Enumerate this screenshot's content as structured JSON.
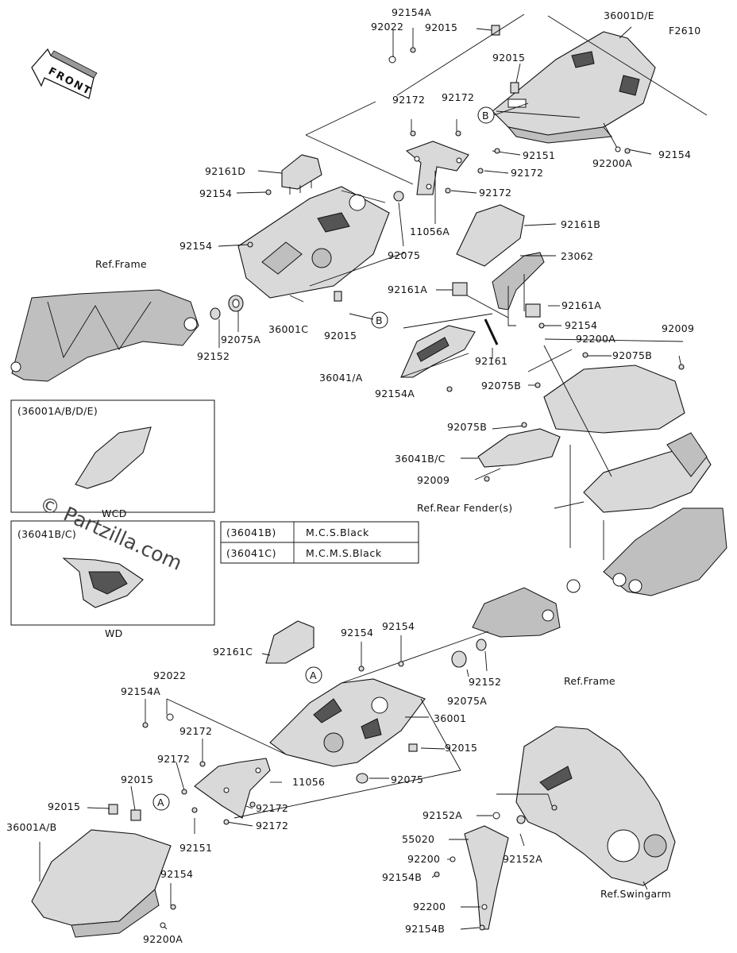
{
  "figure_code": "F2610",
  "front_arrow": "FRONT",
  "watermark": "© Partzilla.com",
  "callouts": {
    "A": "A",
    "B": "B"
  },
  "variants": {
    "top_box": {
      "title": "(36001A/B/D/E)",
      "caption": "WCD"
    },
    "bottom_box": {
      "title": "(36041B/C)",
      "caption": "WD"
    }
  },
  "color_table": [
    {
      "part": "(36041B)",
      "color": "M.C.S.Black"
    },
    {
      "part": "(36041C)",
      "color": "M.C.M.S.Black"
    }
  ],
  "labels": {
    "p92154A_top": "92154A",
    "p92022_top": "92022",
    "p92015_top": "92015",
    "p36001DE": "36001D/E",
    "p92015_b": "92015",
    "p92172_a": "92172",
    "p92172_b": "92172",
    "p92151_top": "92151",
    "p92172_c": "92172",
    "p92172_d": "92172",
    "p11056A": "11056A",
    "p92154_r": "92154",
    "p92200A_r": "92200A",
    "p92161D": "92161D",
    "p92154_l1": "92154",
    "p92154_l2": "92154",
    "p92075_top": "92075",
    "p92161B": "92161B",
    "p23062": "23062",
    "refFrame_top": "Ref.Frame",
    "p92075A_top": "92075A",
    "p36001C": "36001C",
    "p92015_c": "92015",
    "p92152_top": "92152",
    "p92161A_l": "92161A",
    "p92161A_r": "92161A",
    "p92154_m": "92154",
    "p92200A_m": "92200A",
    "p92009_r": "92009",
    "p92075B_r": "92075B",
    "p92161": "92161",
    "p36041A": "36041/A",
    "p92154A_m": "92154A",
    "p92075B_m": "92075B",
    "p92075B_l": "92075B",
    "p36041BC": "36041B/C",
    "p92009_l": "92009",
    "refRearFender": "Ref.Rear Fender(s)",
    "p92161C": "92161C",
    "p92154_c1": "92154",
    "p92154_c2": "92154",
    "p92022_bot": "92022",
    "p92154A_bot": "92154A",
    "p92152_bot": "92152",
    "refFrame_bot": "Ref.Frame",
    "p92075A_bot": "92075A",
    "p36001": "36001",
    "p92172_e": "92172",
    "p92172_f": "92172",
    "p92015_d": "92015",
    "p92015_e": "92015",
    "p11056": "11056",
    "p92075_bot": "92075",
    "p36001AB": "36001A/B",
    "p92172_g": "92172",
    "p92151_bot": "92151",
    "p92172_h": "92172",
    "p92154_bl": "92154",
    "p92200A_bl": "92200A",
    "p92152A_1": "92152A",
    "p55020": "55020",
    "p92152A_2": "92152A",
    "p92200_1": "92200",
    "p92154B_1": "92154B",
    "p92200_2": "92200",
    "p92154B_2": "92154B",
    "refSwingarm": "Ref.Swingarm"
  }
}
